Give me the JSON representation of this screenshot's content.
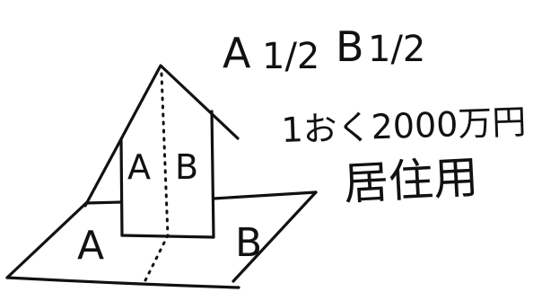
{
  "ownership_share": {
    "a_label": "A",
    "a_fraction": "1/2",
    "b_label": "B",
    "b_fraction": "1/2"
  },
  "price_note": "1おく2000万円",
  "usage_note": "居住用",
  "diagram": {
    "house_left_label": "A",
    "house_right_label": "B",
    "land_left_label": "A",
    "land_right_label": "B"
  },
  "colors": {
    "ink": "#111111",
    "background": "#ffffff"
  }
}
